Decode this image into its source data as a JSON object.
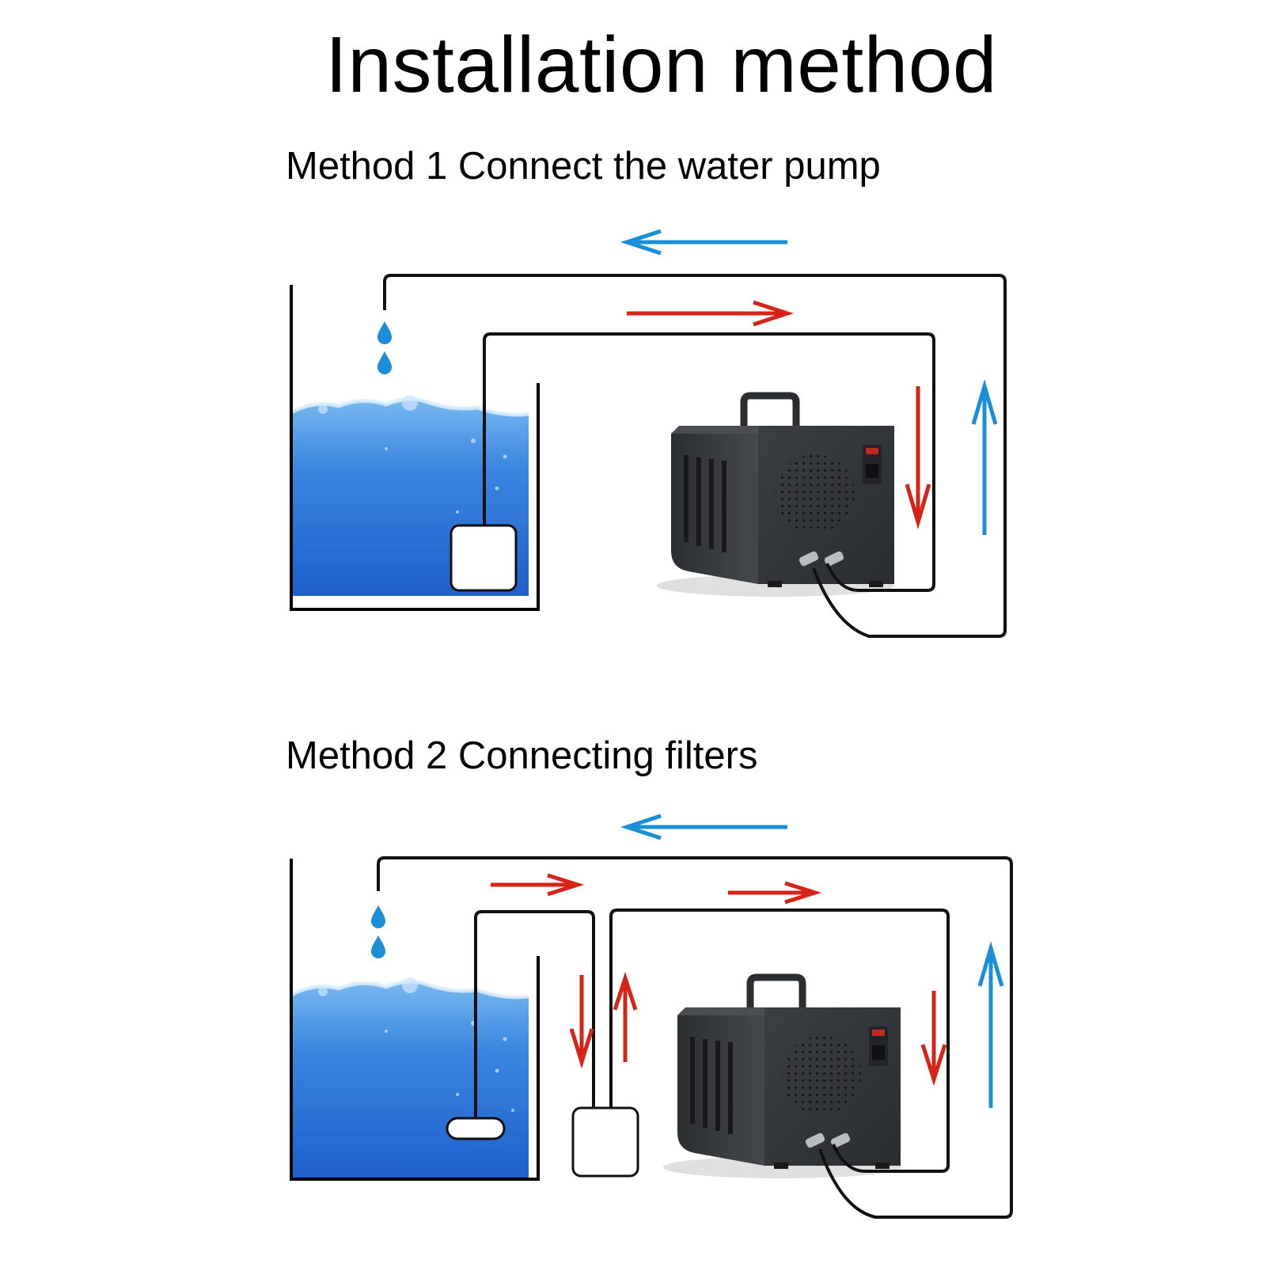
{
  "title": "Installation method",
  "methods": [
    {
      "label": "Method 1 Connect the water pump"
    },
    {
      "label": "Method 2 Connecting filters"
    }
  ],
  "colors": {
    "cold_flow": "#1a8fd8",
    "hot_flow": "#d62418",
    "pipe": "#111111",
    "water_top": "#5aa9ee",
    "water_bottom": "#1f62d0",
    "chiller_body": "#3a3d40"
  },
  "icons": [
    "water-drop-icon",
    "pump-icon",
    "filter-icon",
    "chiller-unit-icon",
    "flow-arrow-icon"
  ]
}
